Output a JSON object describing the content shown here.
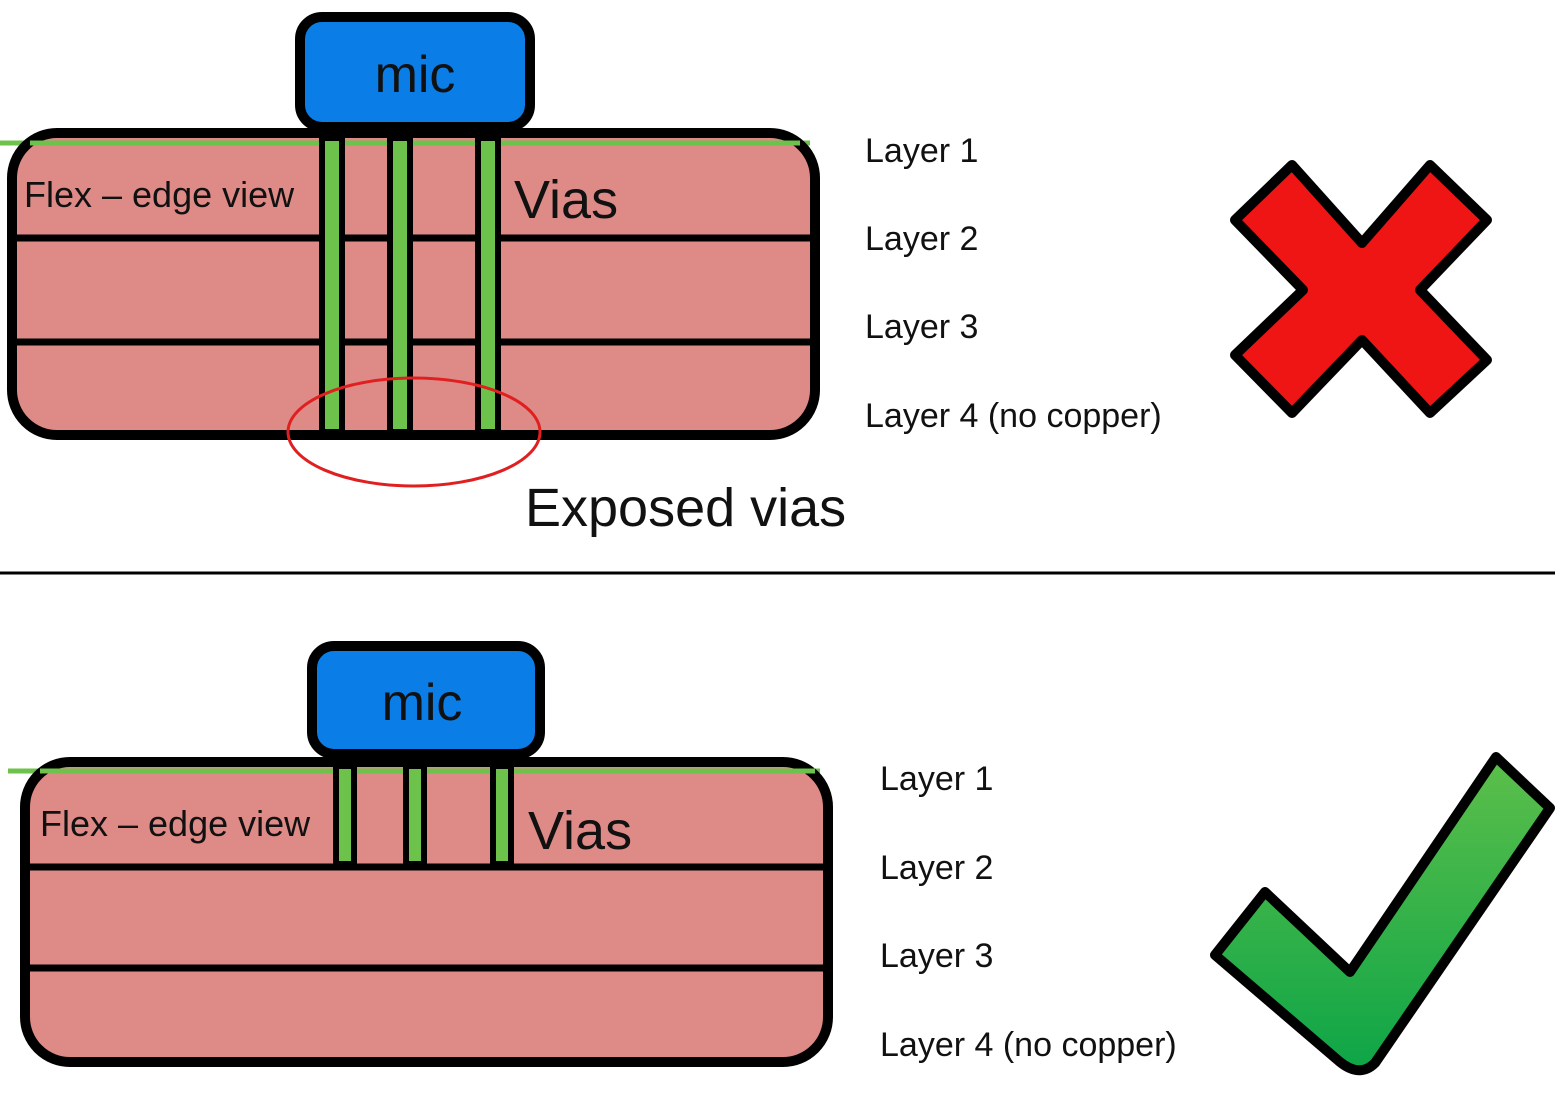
{
  "colors": {
    "flex_fill": "#de8a87",
    "mic_fill": "#0a7de6",
    "via_green": "#6cc24a",
    "outline": "#000000",
    "highlight_ellipse": "#e02020",
    "cross_fill": "#f01515",
    "check_fill": "#1fae45",
    "background": "#ffffff"
  },
  "panels": [
    {
      "id": "bad",
      "mic_label": "mic",
      "flex_label": "Flex – edge view",
      "vias_label": "Vias",
      "layers": [
        "Layer 1",
        "Layer 2",
        "Layer 3",
        "Layer 4 (no copper)"
      ],
      "via_count": 3,
      "vias_span_layers": 4,
      "annotation": "Exposed vias",
      "verdict": "cross-icon"
    },
    {
      "id": "good",
      "mic_label": "mic",
      "flex_label": "Flex – edge view",
      "vias_label": "Vias",
      "layers": [
        "Layer 1",
        "Layer 2",
        "Layer 3",
        "Layer 4 (no copper)"
      ],
      "via_count": 3,
      "vias_span_layers": 1,
      "annotation": "",
      "verdict": "checkmark-icon"
    }
  ]
}
